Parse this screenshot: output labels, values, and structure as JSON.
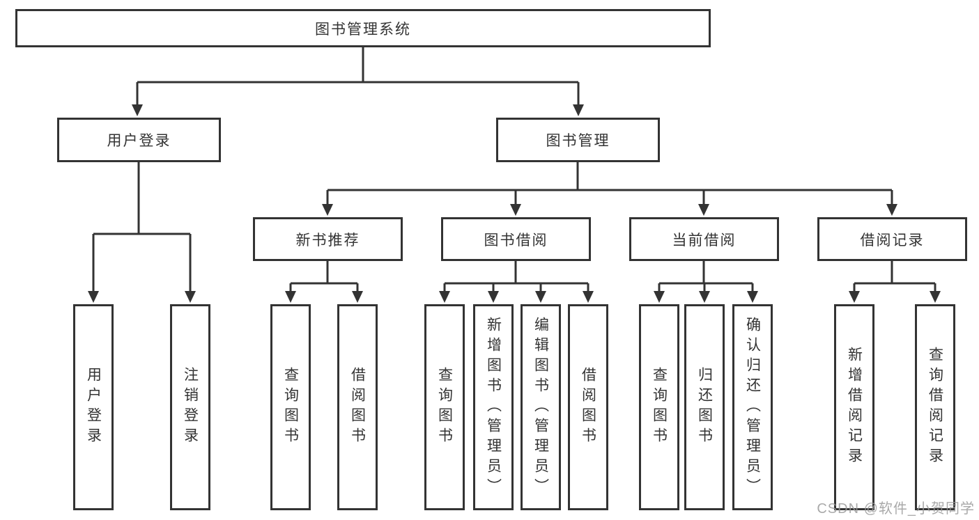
{
  "colors": {
    "background": "#ffffff",
    "line": "#333333",
    "box_border": "#333333",
    "text": "#333333",
    "watermark_text": "#9b9b9b"
  },
  "watermark": {
    "text": "CSDN @软件_小贺同学"
  },
  "tree": {
    "root": {
      "label": "图书管理系统"
    },
    "branches": [
      {
        "label": "用户登录",
        "children": [
          {
            "label": "用户登录"
          },
          {
            "label": "注销登录"
          }
        ]
      },
      {
        "label": "图书管理",
        "children": [
          {
            "label": "新书推荐",
            "children": [
              {
                "label": "查询图书"
              },
              {
                "label": "借阅图书"
              }
            ]
          },
          {
            "label": "图书借阅",
            "children": [
              {
                "label": "查询图书"
              },
              {
                "label": "新增图书（管理员）"
              },
              {
                "label": "编辑图书（管理员）"
              },
              {
                "label": "借阅图书"
              }
            ]
          },
          {
            "label": "当前借阅",
            "children": [
              {
                "label": "查询图书"
              },
              {
                "label": "归还图书"
              },
              {
                "label": "确认归还（管理员）"
              }
            ]
          },
          {
            "label": "借阅记录",
            "children": [
              {
                "label": "新增借阅记录"
              },
              {
                "label": "查询借阅记录"
              }
            ]
          }
        ]
      }
    ]
  }
}
